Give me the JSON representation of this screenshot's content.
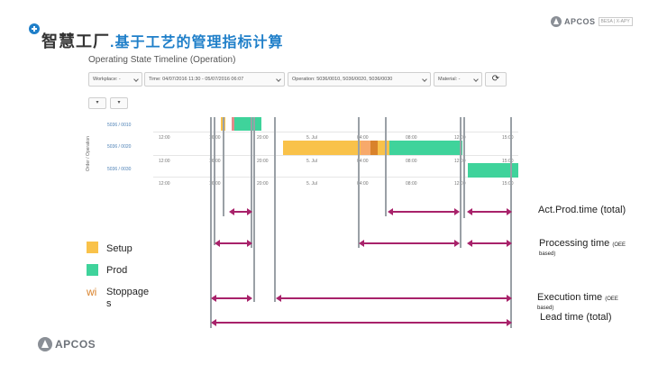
{
  "header": {
    "title_main": "智慧工厂",
    "title_sub": ".基于工艺的管理指标计算",
    "logo_text": "APCOS",
    "logo_tag": "BESA | X-APY"
  },
  "screenshot": {
    "panel_title": "Operating State Timeline (Operation)",
    "filters": {
      "workplace": "Workplace: -",
      "time": "Time: 04/07/2016 11:30 - 05/07/2016 06:07",
      "operation": "Operation: 5036/0010, 5036/0020, 5036/0030",
      "material": "Material: -"
    },
    "axis_label": "Order / Operation",
    "orders": [
      "5036 / 0010",
      "5036 / 0020",
      "5036 / 0030"
    ],
    "ticks": {
      "t1200": "12:00",
      "t1600": "16:00",
      "t2000": "20:00",
      "jul5": "5. Jul",
      "t0400": "04:00",
      "t0800": "08:00",
      "t1500": "15:00"
    },
    "mini_buttons": [
      "▾",
      "▾"
    ]
  },
  "legend": {
    "setup": "Setup",
    "prod": "Prod",
    "stoppage_icon": "wi",
    "stoppage_1": "Stoppage",
    "stoppage_2": "s"
  },
  "metrics": {
    "act_prod": "Act.Prod.time (total)",
    "processing": "Processing time",
    "processing_note": "(OEE",
    "processing_note2": "based)",
    "execution": "Execution time",
    "execution_note": "(OEE",
    "execution_note2": "based)",
    "lead": "Lead time (total)"
  },
  "colors": {
    "setup": "#f9c24a",
    "prod": "#3fd39b",
    "stoppage": "#d9822b",
    "arrow": "#a8226a",
    "accent": "#1f7fc9"
  },
  "footer": {
    "logo_text": "APCOS"
  }
}
